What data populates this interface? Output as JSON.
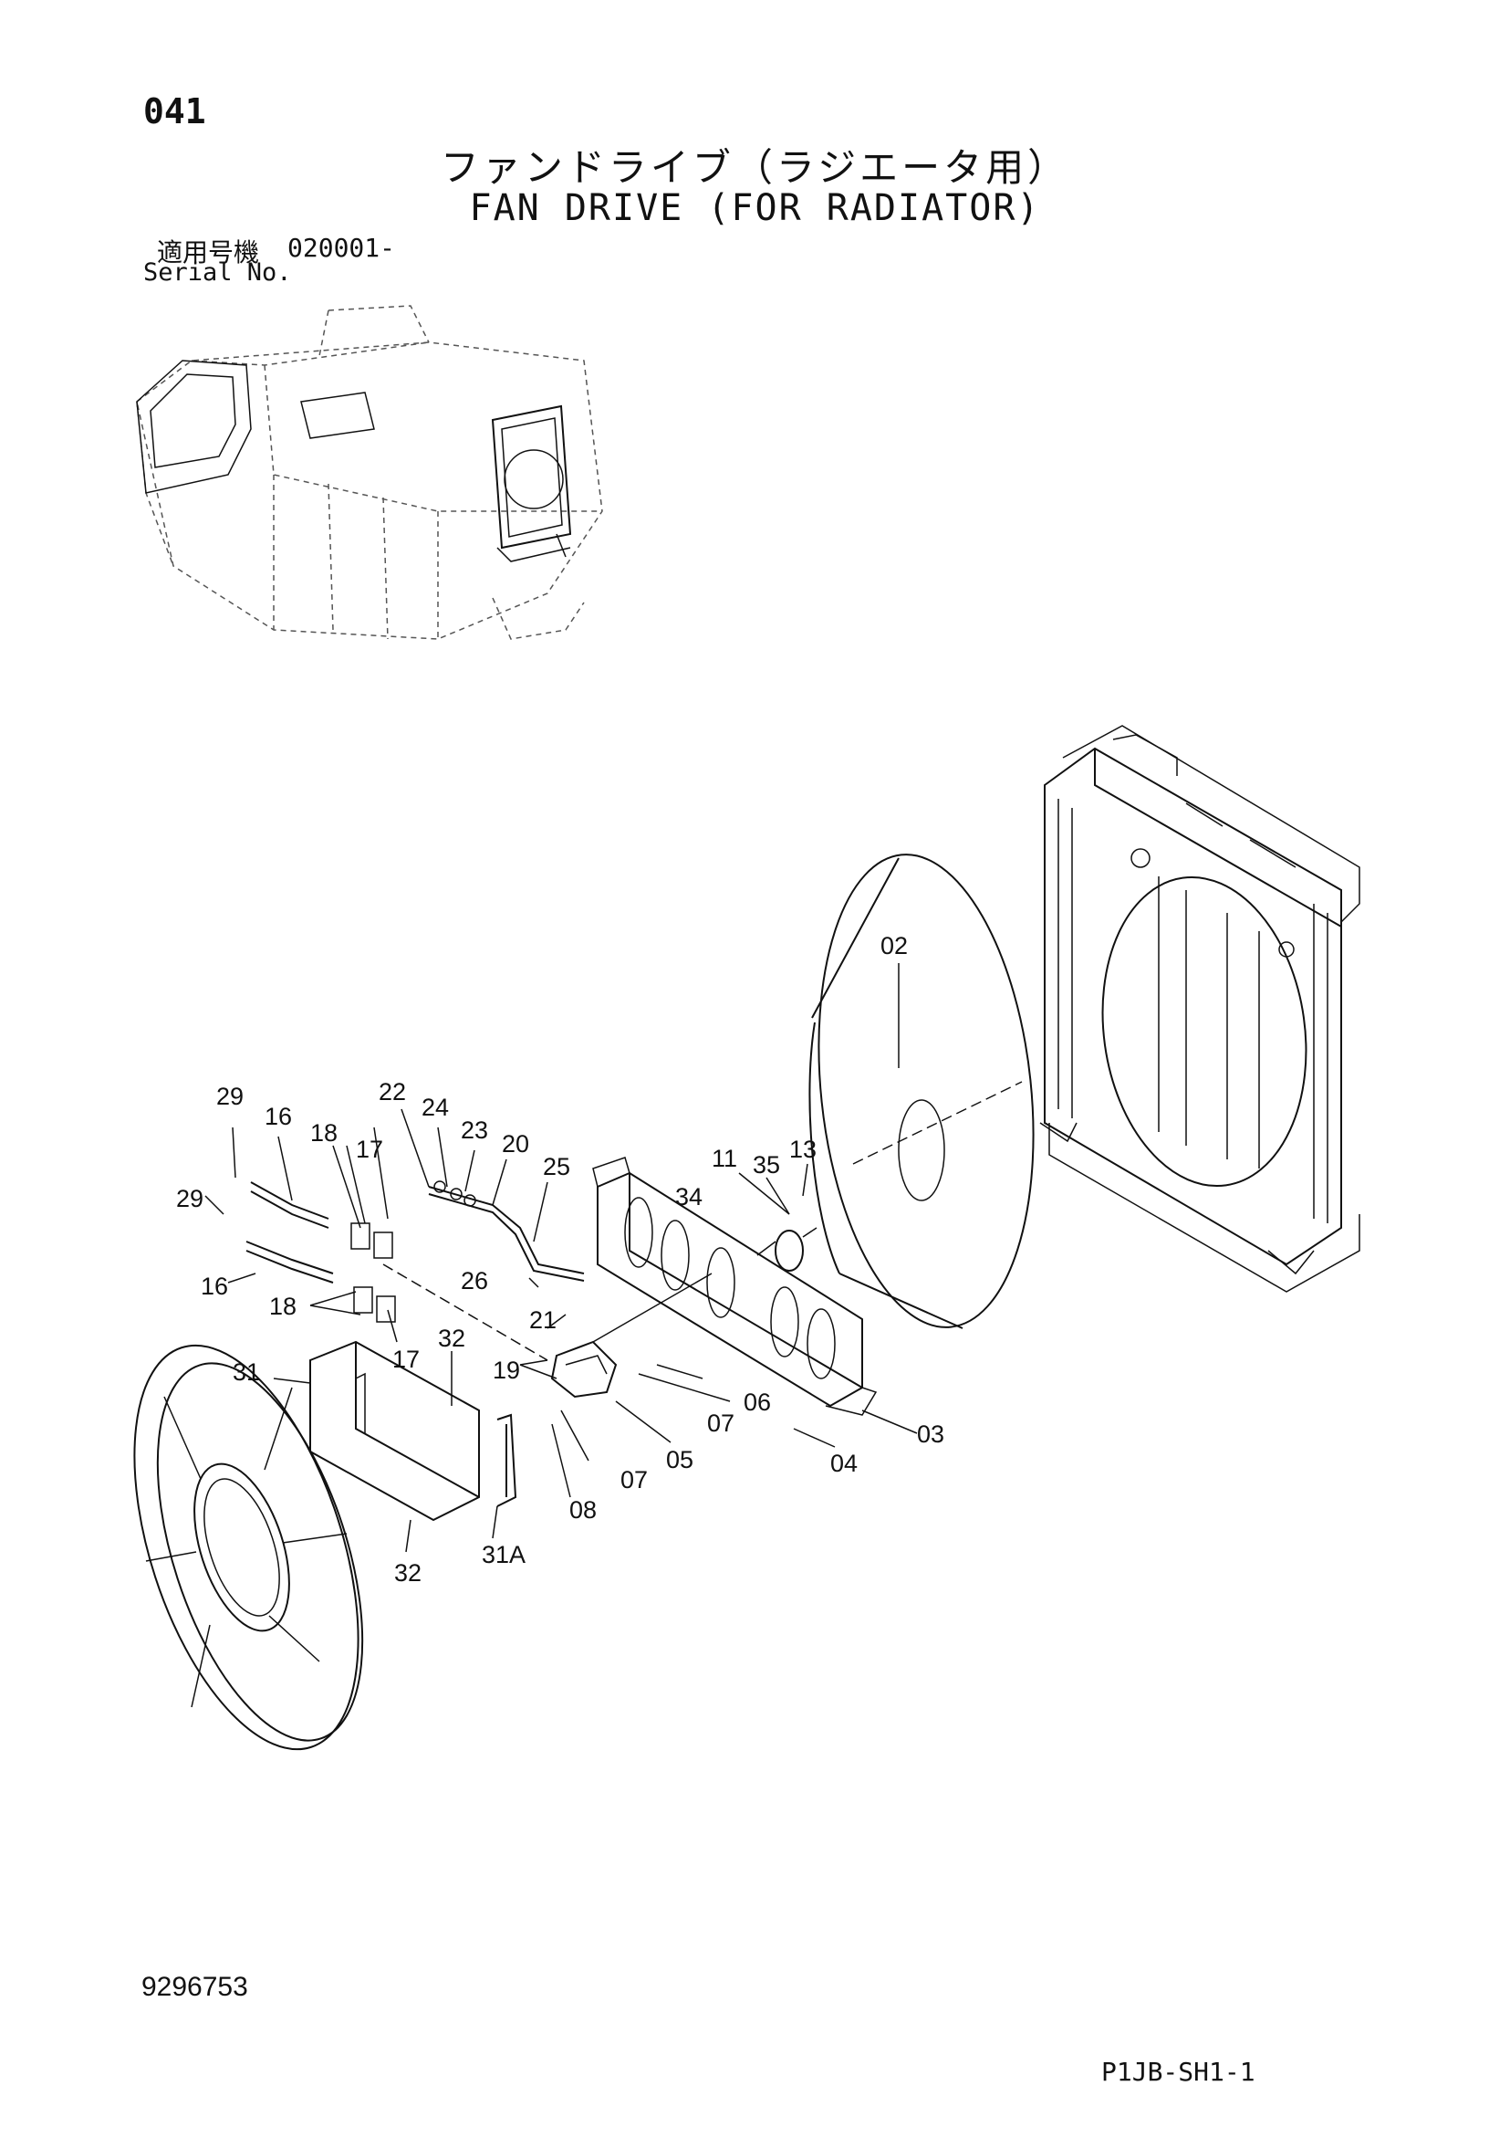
{
  "header": {
    "page_number": "041",
    "title_jp": "ファンドライブ（ラジエータ用）",
    "title_en": "FAN DRIVE (FOR RADIATOR)",
    "serial_label_jp": "適用号機",
    "serial_value": "020001-",
    "serial_label_en": "Serial No."
  },
  "footer": {
    "doc_number": "9296753",
    "page_code": "P1JB-SH1-1"
  },
  "callouts": {
    "c02": "02",
    "c03": "03",
    "c04": "04",
    "c05": "05",
    "c06": "06",
    "c07a": "07",
    "c07b": "07",
    "c08": "08",
    "c11": "11",
    "c13": "13",
    "c16a": "16",
    "c16b": "16",
    "c17a": "17",
    "c17b": "17",
    "c18a": "18",
    "c18b": "18",
    "c19": "19",
    "c20": "20",
    "c21": "21",
    "c22": "22",
    "c23": "23",
    "c24": "24",
    "c25": "25",
    "c26": "26",
    "c29a": "29",
    "c29b": "29",
    "c31": "31",
    "c31A": "31A",
    "c32a": "32",
    "c32b": "32",
    "c34": "34",
    "c35": "35"
  }
}
